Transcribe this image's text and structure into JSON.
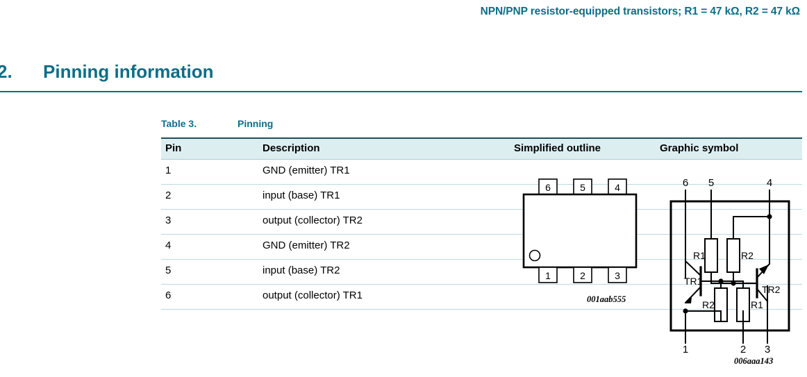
{
  "running_header": {
    "text": "NPN/PNP resistor-equipped transistors; R1 = 47 kΩ, R2 = 47 kΩ"
  },
  "section": {
    "number": "2.",
    "title": "Pinning information"
  },
  "table": {
    "caption_label": "Table 3.",
    "caption_title": "Pinning",
    "columns": [
      "Pin",
      "Description",
      "Simplified outline",
      "Graphic symbol"
    ],
    "rows": [
      {
        "pin": "1",
        "description": "GND (emitter) TR1"
      },
      {
        "pin": "2",
        "description": "input (base) TR1"
      },
      {
        "pin": "3",
        "description": "output (collector) TR2"
      },
      {
        "pin": "4",
        "description": "GND (emitter) TR2"
      },
      {
        "pin": "5",
        "description": "input (base) TR2"
      },
      {
        "pin": "6",
        "description": "output (collector) TR1"
      }
    ]
  },
  "outline_figure": {
    "caption": "001aab555",
    "top_pins": [
      "6",
      "5",
      "4"
    ],
    "bottom_pins": [
      "1",
      "2",
      "3"
    ],
    "marker": "pin1-dot-circle"
  },
  "symbol_figure": {
    "caption": "006aaa143",
    "top_pins": [
      "6",
      "5",
      "4"
    ],
    "bottom_pins": [
      "1",
      "2",
      "3"
    ],
    "transistors": [
      "TR1",
      "TR2"
    ],
    "resistors_top": [
      "R1",
      "R2"
    ],
    "resistors_bottom": [
      "R2",
      "R1"
    ]
  },
  "colors": {
    "accent_teal": "#0d6e86",
    "header_rule": "#1c4f5c",
    "table_header_bg": "#ddeef1",
    "row_divider": "#bcd9de",
    "text": "#000000"
  }
}
